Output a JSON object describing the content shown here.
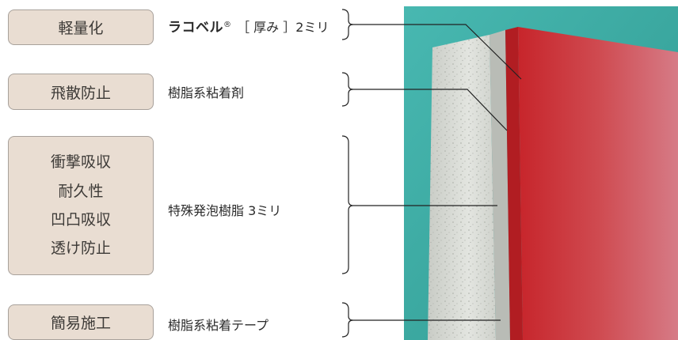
{
  "features": [
    {
      "lines": [
        "軽量化"
      ]
    },
    {
      "lines": [
        "飛散防止"
      ]
    },
    {
      "lines": [
        "衝撃吸収",
        "耐久性",
        "凹凸吸収",
        "透け防止"
      ]
    },
    {
      "lines": [
        "簡易施工"
      ]
    }
  ],
  "layers": {
    "surface": {
      "brand": "ラコベル",
      "mark": "®",
      "spec": "［ 厚み ］2ミリ"
    },
    "adhesive": "樹脂系粘着剤",
    "foam": "特殊発泡樹脂 3ミリ",
    "tape": "樹脂系粘着テープ"
  },
  "colors": {
    "pill_bg": "#e9ddd2",
    "pill_border": "#a8a19b",
    "wall": "#3aa8a0",
    "panel": "#c8282c",
    "foam": "#d6d9d4"
  }
}
